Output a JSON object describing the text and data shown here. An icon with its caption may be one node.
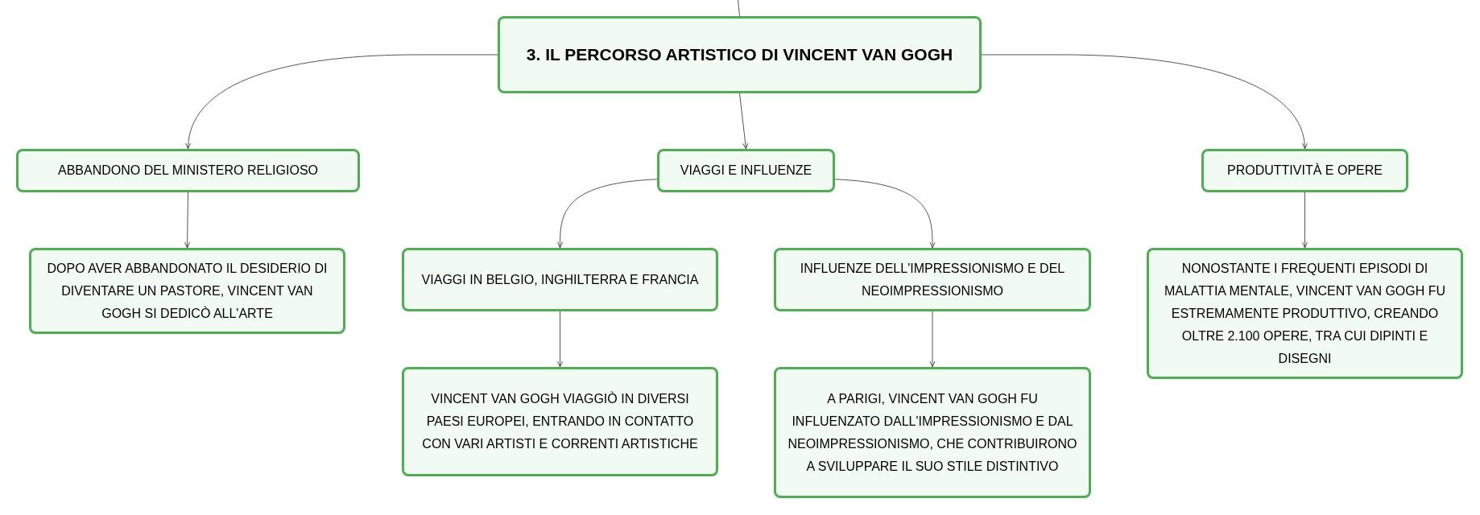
{
  "diagram": {
    "nodes": [
      {
        "text": [
          "3. IL PERCORSO ARTISTICO DI VINCENT VAN GOGH"
        ]
      },
      {
        "text": [
          "ABBANDONO DEL MINISTERO RELIGIOSO"
        ]
      },
      {
        "text": [
          "VIAGGI E INFLUENZE"
        ]
      },
      {
        "text": [
          "PRODUTTIVITÀ E OPERE"
        ]
      },
      {
        "text": [
          "DOPO AVER ABBANDONATO IL DESIDERIO DI DIVENTARE UN PASTORE, VINCENT VAN GOGH SI DEDICÒ ALL'ARTE"
        ]
      },
      {
        "text": [
          "VIAGGI IN BELGIO, INGHILTERRA E FRANCIA"
        ]
      },
      {
        "text": [
          "INFLUENZE DELL'IMPRESSIONISMO E DEL NEOIMPRESSIONISMO"
        ]
      },
      {
        "text": [
          "VINCENT VAN GOGH VIAGGIÒ IN DIVERSI PAESI EUROPEI, ENTRANDO IN CONTATTO CON VARI ARTISTI E CORRENTI ARTISTICHE"
        ]
      },
      {
        "text": [
          "A PARIGI, VINCENT VAN GOGH FU INFLUENZATO DALL'IMPRESSIONISMO E DAL NEOIMPRESSIONISMO, CHE CONTRIBUIRONO A SVILUPPARE IL SUO STILE DISTINTIVO"
        ]
      },
      {
        "text": [
          "NONOSTANTE I FREQUENTI EPISODI DI MALATTIA MENTALE, VINCENT VAN GOGH FU ESTREMAMENTE PRODUTTIVO, CREANDO OLTRE 2.100 OPERE, TRA CUI DIPINTI E DISEGNI"
        ]
      }
    ],
    "edges": [
      {
        "from": null,
        "to": 0,
        "arrow": "none"
      },
      {
        "from": 0,
        "to": 1,
        "arrow": "to"
      },
      {
        "from": 0,
        "to": 2,
        "arrow": "to"
      },
      {
        "from": 0,
        "to": 3,
        "arrow": "to"
      },
      {
        "from": 1,
        "to": 4,
        "arrow": "to"
      },
      {
        "from": 2,
        "to": 5,
        "arrow": "to"
      },
      {
        "from": 2,
        "to": 6,
        "arrow": "to"
      },
      {
        "from": 5,
        "to": 7,
        "arrow": "to"
      },
      {
        "from": 6,
        "to": 8,
        "arrow": "to"
      },
      {
        "from": 3,
        "to": 9,
        "arrow": "to"
      }
    ]
  }
}
